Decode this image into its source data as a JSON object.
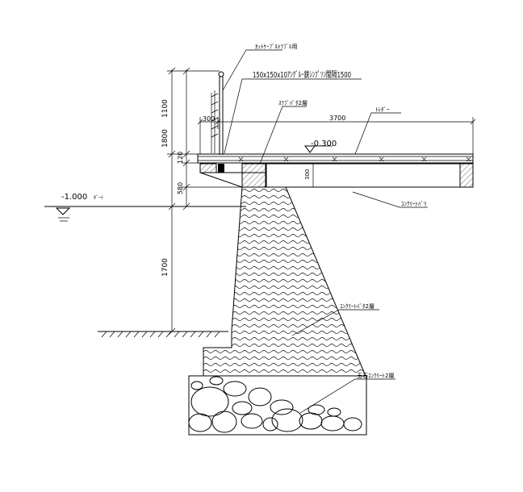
{
  "drawing": {
    "dims": {
      "d1100": "1100",
      "d1800": "1800",
      "d120": "120",
      "d580": "580",
      "d1700": "1700",
      "d300a": "300",
      "d300b": "300",
      "d3700": "3700"
    },
    "elevations": {
      "deck": "-0.300",
      "water": "-1.000"
    },
    "labels": {
      "rail_top": "ｶｯﾄｹｰﾌﾞﾙﾄﾗﾌﾞﾙ用",
      "post": "150x150x10ｱﾝｸﾞﾙｰ鉄ｼﾝﾌﾟｿﾝ間隔1500",
      "cap_beam": "ｽﾗﾌﾞﾊﾞﾀ2層",
      "deck_board": "ﾄﾚﾀﾞｰ",
      "water_mark": "ﾎﾞｰﾄ",
      "beam": "ｺﾝｸﾘｰﾄﾊﾞﾘ",
      "wall": "ｺﾝｸﾘｰﾄﾊﾞﾀ2層",
      "base": "玉石ｺﾝｸﾘｰﾄ2層"
    }
  }
}
